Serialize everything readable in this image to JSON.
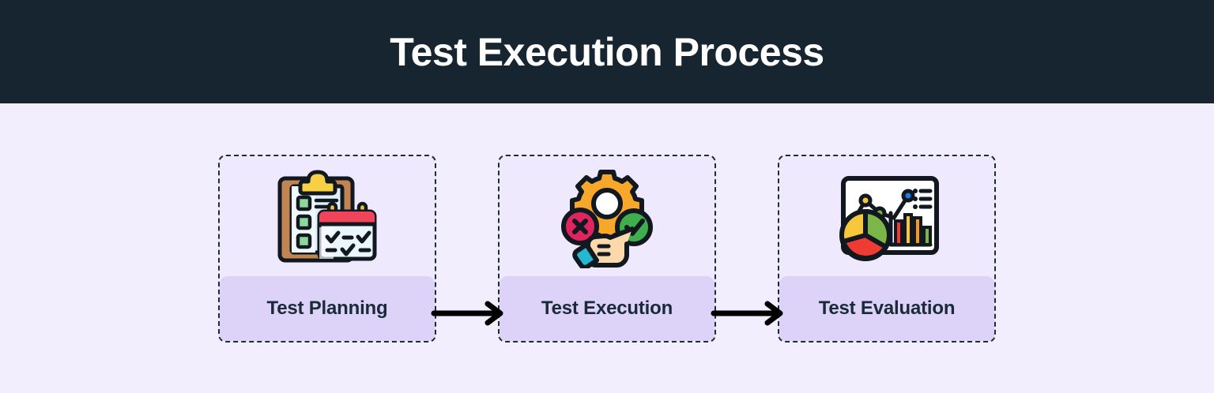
{
  "header": {
    "title": "Test Execution Process",
    "background_color": "#16252f",
    "text_color": "#ffffff"
  },
  "theme": {
    "page_background": "#f2eefe",
    "card_background": "#efe9fd",
    "card_border_color": "#1e2c3a",
    "label_band_color": "#ddd2f7",
    "label_text_color": "#1b2a38",
    "arrow_color": "#000000"
  },
  "flow": {
    "steps": [
      {
        "label": "Test Planning",
        "icon_name": "clipboard-calendar-icon",
        "icon_colors": {
          "clipboard_frame": "#c08552",
          "clipboard_paper": "#dfeefb",
          "clip": "#f8d045",
          "checkbox": "#8ed79b",
          "calendar_header": "#f0445a",
          "calendar_body": "#eaf6fd",
          "calendar_ring": "#f3c53f"
        }
      },
      {
        "label": "Test Execution",
        "icon_name": "gear-hand-pass-fail-icon",
        "icon_colors": {
          "gear": "#f7a72a",
          "fail_circle": "#e0245e",
          "pass_circle": "#3fae4c",
          "hand": "#fbd9ab",
          "cuff": "#22b8cf"
        }
      },
      {
        "label": "Test Evaluation",
        "icon_name": "analytics-dashboard-icon",
        "icon_colors": {
          "board": "#ffffff",
          "pie_yellow": "#f8c83c",
          "pie_green": "#7ab648",
          "pie_red": "#ee3b34",
          "bar_red": "#ee3b34",
          "bar_yellow": "#f8c83c",
          "bar_orange": "#f59a1f",
          "bar_green": "#7ab648",
          "dot_red": "#ee3b34",
          "dot_yellow": "#f8c83c",
          "dot_green": "#7ab648",
          "dot_blue": "#1f7fe0"
        }
      }
    ],
    "connectors": [
      {
        "name": "arrow-planning-to-execution",
        "direction": "right"
      },
      {
        "name": "arrow-execution-to-evaluation",
        "direction": "right"
      }
    ]
  }
}
